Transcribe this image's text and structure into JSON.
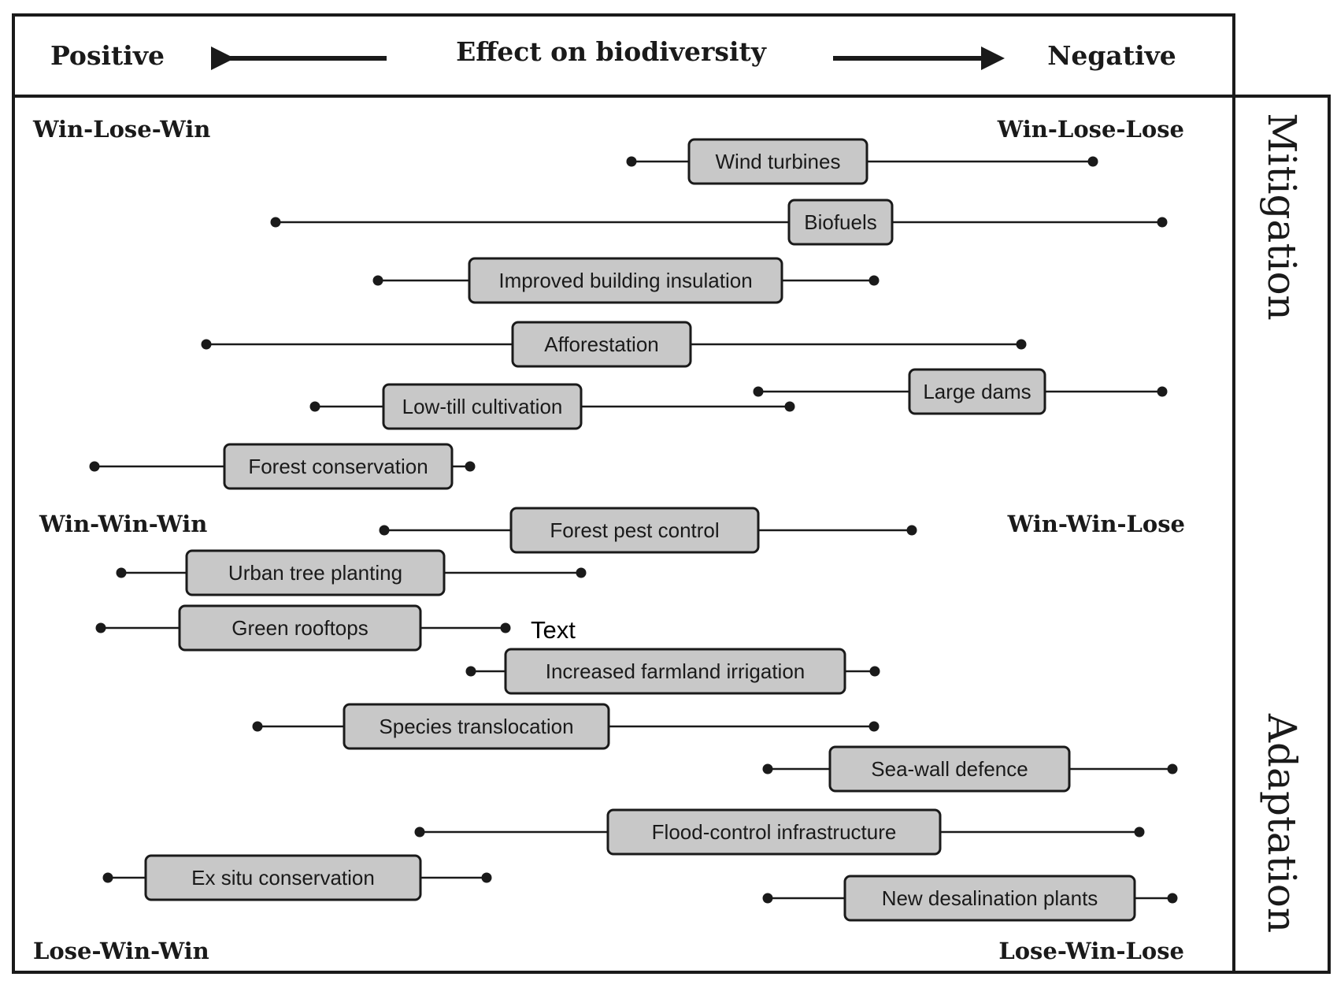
{
  "header": {
    "positive_label": "Positive",
    "title": "Effect on biodiversity",
    "negative_label": "Negative"
  },
  "side_labels": {
    "mitigation": "Mitigation",
    "adaptation": "Adaptation"
  },
  "corner_labels": {
    "top_left": "Win-Lose-Win",
    "top_right": "Win-Lose-Lose",
    "mid_left": "Win-Win-Win",
    "mid_right": "Win-Win-Lose",
    "bottom_left": "Lose-Win-Win",
    "bottom_right": "Lose-Win-Lose"
  },
  "annotation": "Text",
  "colors": {
    "box_fill": "#c8c8c8",
    "line": "#1a1a1a",
    "background": "#ffffff"
  },
  "mitigation_items": [
    {
      "label": "Wind turbines"
    },
    {
      "label": "Biofuels"
    },
    {
      "label": "Improved building insulation"
    },
    {
      "label": "Afforestation"
    },
    {
      "label": "Large dams"
    },
    {
      "label": "Low-till cultivation"
    },
    {
      "label": "Forest conservation"
    }
  ],
  "adaptation_items": [
    {
      "label": "Forest pest control"
    },
    {
      "label": "Urban tree planting"
    },
    {
      "label": "Green rooftops"
    },
    {
      "label": "Increased farmland irrigation"
    },
    {
      "label": "Species translocation"
    },
    {
      "label": "Sea-wall defence"
    },
    {
      "label": "Flood-control infrastructure"
    },
    {
      "label": "Ex situ conservation"
    },
    {
      "label": "New desalination plants"
    }
  ]
}
